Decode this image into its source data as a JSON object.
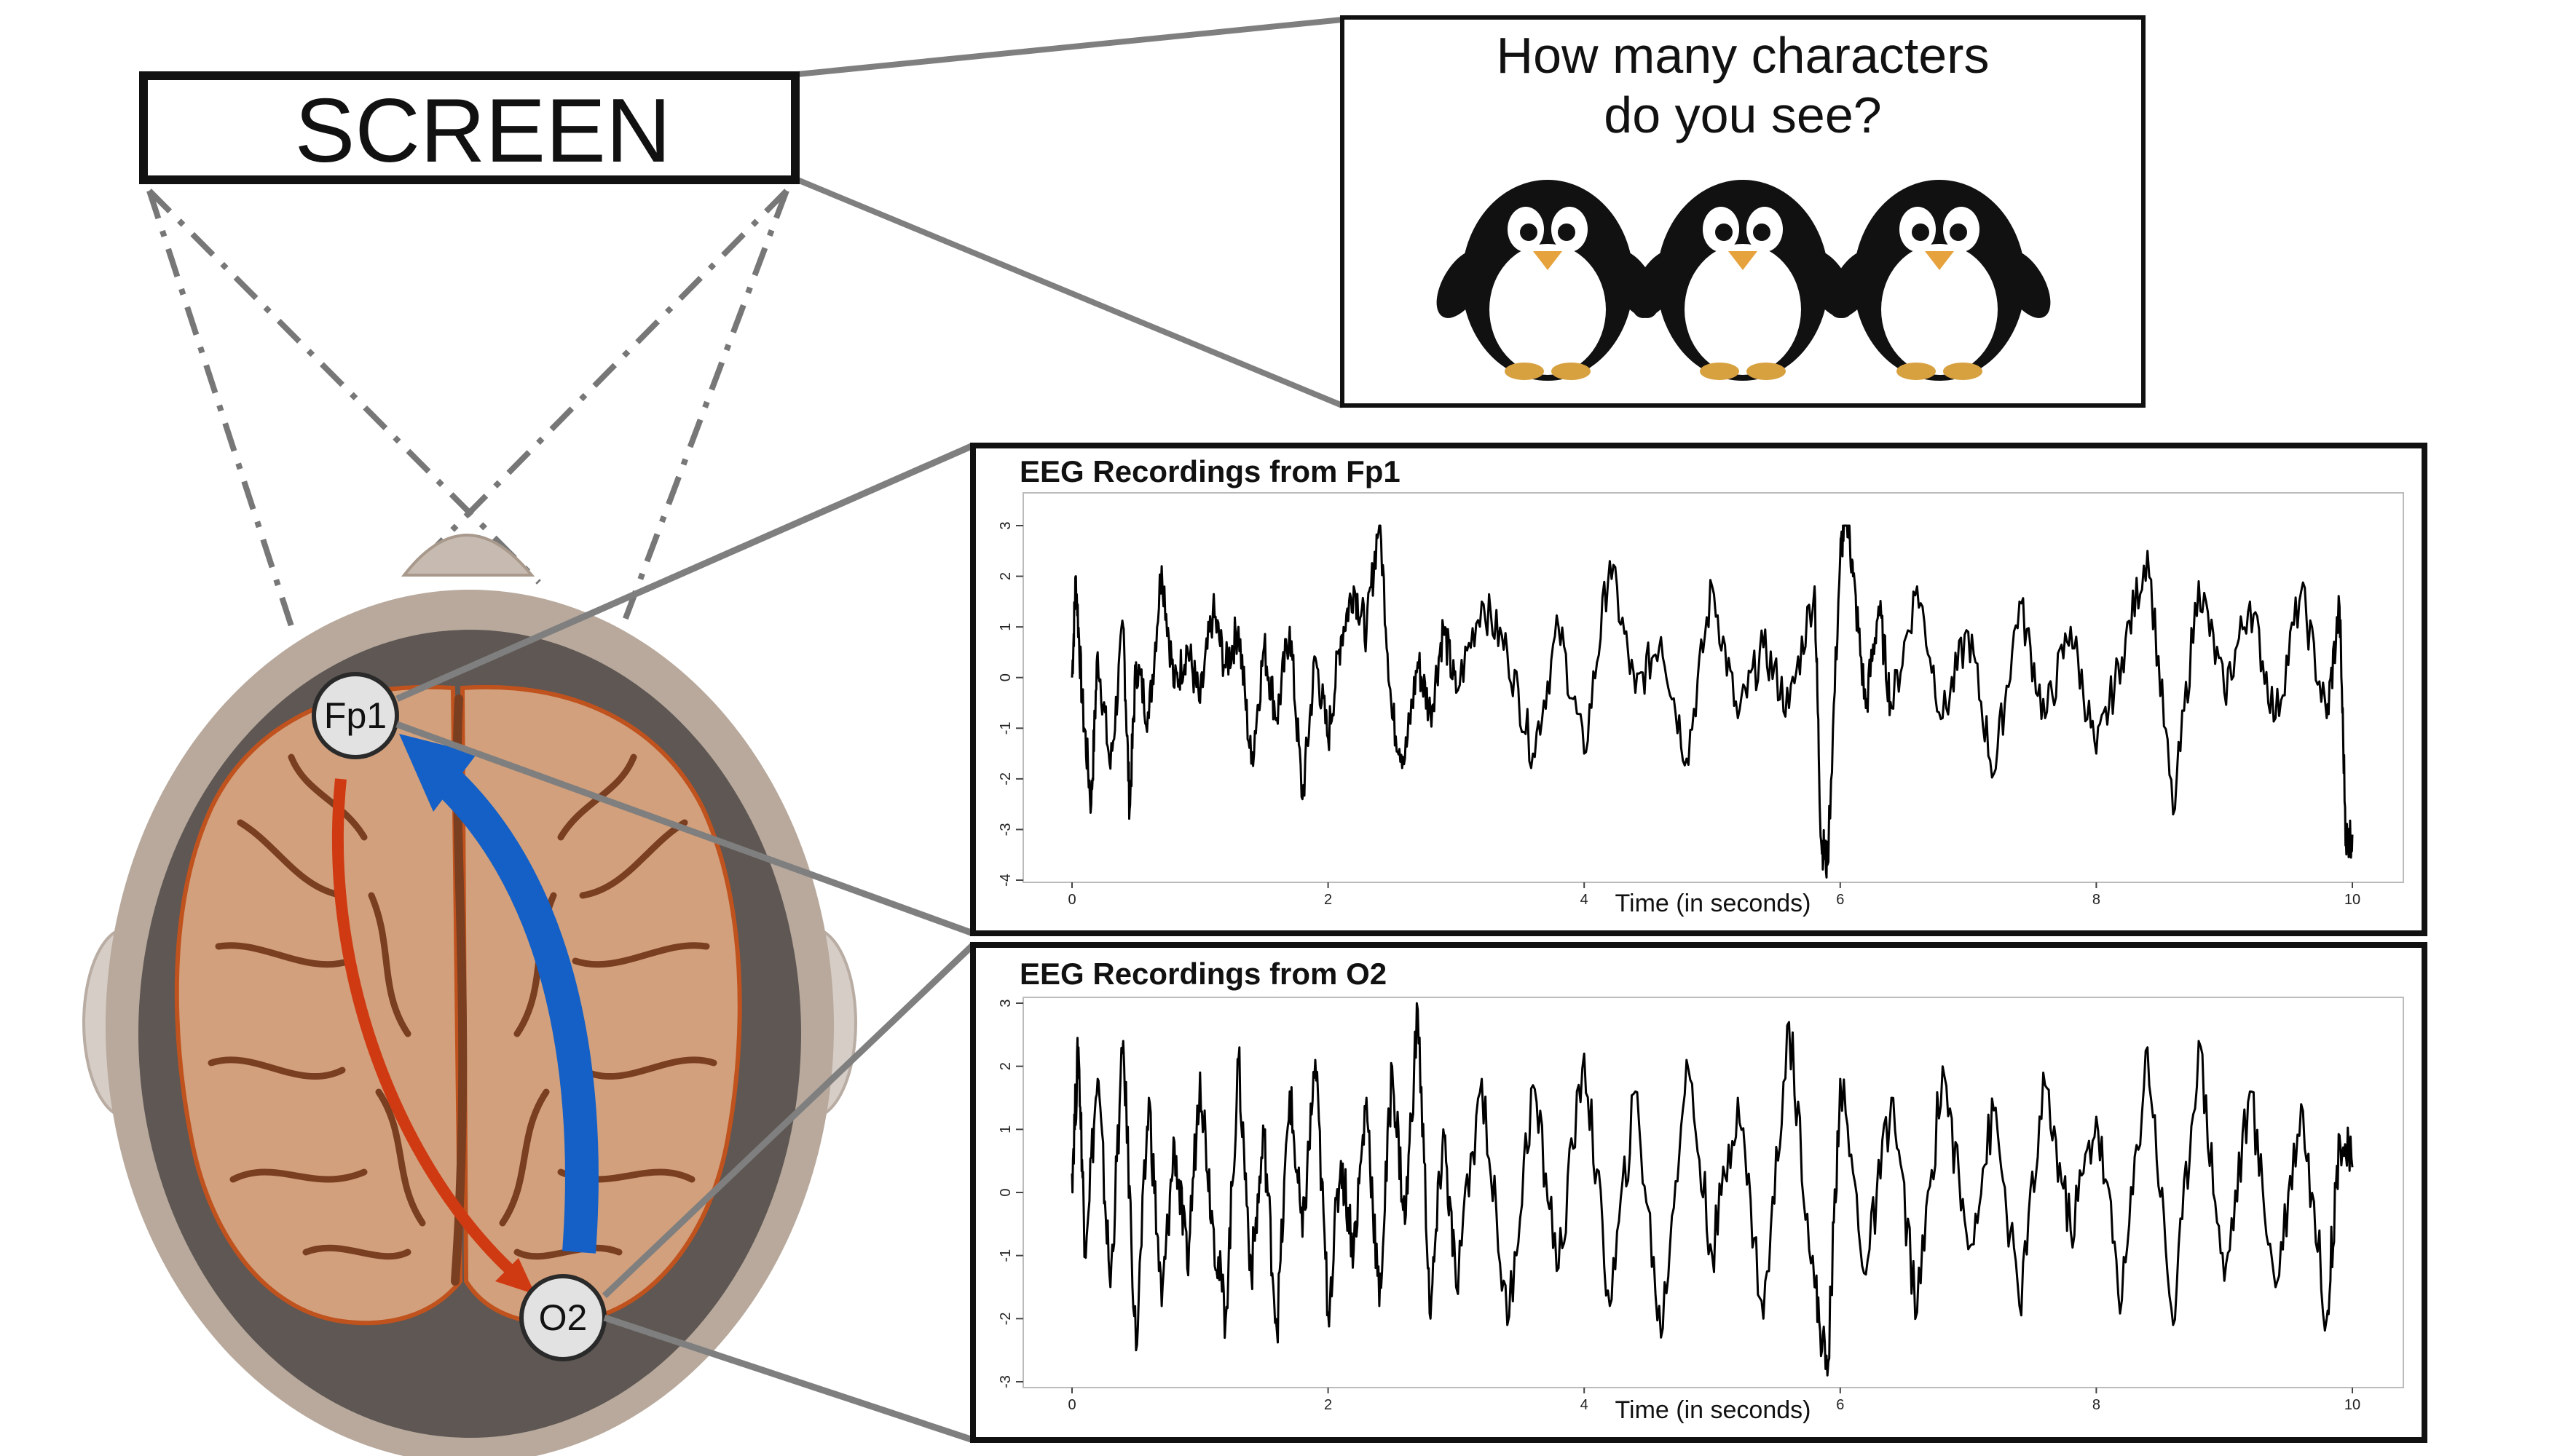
{
  "screen": {
    "label": "SCREEN"
  },
  "question": {
    "line1": "How many characters",
    "line2": "do you see?"
  },
  "electrodes": {
    "front": "Fp1",
    "back": "O2"
  },
  "colors": {
    "brain": "#d2a07c",
    "brain_outline": "#c0521e",
    "sulci": "#7a3e20",
    "head_outer": "#b8a99c",
    "head_inner": "#5e5753",
    "arrow_blue": "#1460c6",
    "arrow_red": "#d03a12",
    "penguin_beak": "#e6a23c",
    "penguin_feet": "#d8a13f",
    "connector": "#7f7f7f"
  },
  "icons": [
    "penguin-icon",
    "penguin-icon",
    "penguin-icon"
  ],
  "chart_data": [
    {
      "type": "line",
      "title": "EEG Recordings from Fp1",
      "xlabel": "Time (in seconds)",
      "ylabel": "",
      "xlim": [
        0,
        10
      ],
      "ylim": [
        -4,
        3
      ],
      "xticks": [
        "0",
        "2",
        "4",
        "6",
        "8",
        "10"
      ],
      "yticks": [
        "3",
        "2",
        "1",
        "0",
        "-1",
        "-2",
        "-3",
        "-4"
      ],
      "grid": false,
      "series": [
        {
          "x": [
            0,
            0.03,
            0.08,
            0.15,
            0.2,
            0.3,
            0.4,
            0.45,
            0.5,
            0.6,
            0.7,
            0.8,
            0.9,
            1.0,
            1.1,
            1.2,
            1.3,
            1.4,
            1.5,
            1.6,
            1.7,
            1.8,
            1.9,
            2.0,
            2.1,
            2.2,
            2.3,
            2.4,
            2.5,
            2.6,
            2.7,
            2.8,
            2.9,
            3.0,
            3.2,
            3.4,
            3.6,
            3.8,
            4.0,
            4.2,
            4.4,
            4.6,
            4.8,
            5.0,
            5.2,
            5.4,
            5.6,
            5.8,
            5.85,
            5.9,
            6.0,
            6.05,
            6.1,
            6.2,
            6.3,
            6.4,
            6.6,
            6.8,
            7.0,
            7.2,
            7.4,
            7.6,
            7.8,
            8.0,
            8.2,
            8.4,
            8.6,
            8.8,
            9.0,
            9.2,
            9.4,
            9.6,
            9.8,
            9.9,
            9.95,
            10.0
          ],
          "y": [
            0,
            2.0,
            -0.5,
            -2.5,
            0.5,
            -1.8,
            1.0,
            -2.6,
            0.3,
            -0.8,
            2.2,
            -0.2,
            0.6,
            -0.5,
            1.3,
            0.2,
            1.0,
            -1.7,
            0.6,
            -0.8,
            1.0,
            -2.4,
            0.4,
            -1.2,
            0.8,
            1.8,
            0.9,
            3.2,
            -0.8,
            -1.6,
            0.3,
            -0.7,
            1.0,
            -0.3,
            1.5,
            0.5,
            -1.5,
            1.0,
            -1.5,
            2.3,
            -0.3,
            0.8,
            -1.6,
            1.8,
            -0.8,
            0.6,
            -0.6,
            1.8,
            -3.2,
            -3.7,
            2.4,
            3.4,
            2.0,
            -0.6,
            1.4,
            -0.6,
            1.8,
            -0.8,
            0.9,
            -1.9,
            1.5,
            -0.8,
            1.0,
            -1.5,
            0.4,
            2.5,
            -2.7,
            1.9,
            -0.3,
            1.5,
            -0.8,
            1.7,
            -0.8,
            1.4,
            -3.2,
            -3.1
          ]
        }
      ]
    },
    {
      "type": "line",
      "title": "EEG Recordings from O2",
      "xlabel": "Time (in seconds)",
      "ylabel": "",
      "xlim": [
        0,
        10
      ],
      "ylim": [
        -3,
        3
      ],
      "xticks": [
        "0",
        "2",
        "4",
        "6",
        "8",
        "10"
      ],
      "yticks": [
        "3",
        "2",
        "1",
        "0",
        "-1",
        "-2",
        "-3"
      ],
      "grid": false,
      "series": [
        {
          "x": [
            0,
            0.05,
            0.1,
            0.2,
            0.3,
            0.4,
            0.5,
            0.6,
            0.7,
            0.8,
            0.9,
            1.0,
            1.1,
            1.2,
            1.3,
            1.4,
            1.5,
            1.6,
            1.7,
            1.8,
            1.9,
            2.0,
            2.1,
            2.2,
            2.3,
            2.4,
            2.5,
            2.6,
            2.7,
            2.8,
            2.9,
            3.0,
            3.2,
            3.4,
            3.6,
            3.8,
            4.0,
            4.2,
            4.4,
            4.6,
            4.8,
            5.0,
            5.2,
            5.4,
            5.6,
            5.8,
            5.9,
            6.0,
            6.2,
            6.4,
            6.6,
            6.8,
            7.0,
            7.2,
            7.4,
            7.6,
            7.8,
            8.0,
            8.2,
            8.4,
            8.6,
            8.8,
            9.0,
            9.2,
            9.4,
            9.6,
            9.8,
            9.9,
            10.0
          ],
          "y": [
            0.3,
            2.3,
            -0.8,
            1.8,
            -1.5,
            2.4,
            -2.5,
            1.5,
            -1.8,
            0.8,
            -1.2,
            1.9,
            -0.5,
            -2.0,
            2.1,
            -1.3,
            0.9,
            -2.2,
            1.6,
            -0.7,
            2.1,
            -1.9,
            0.5,
            -0.9,
            1.5,
            -1.8,
            2.0,
            -0.5,
            2.9,
            -2.0,
            1.0,
            -1.5,
            1.8,
            -2.1,
            1.7,
            -1.2,
            2.2,
            -1.8,
            1.6,
            -2.3,
            2.1,
            -1.0,
            1.5,
            -2.0,
            2.7,
            -1.5,
            -2.9,
            1.8,
            -1.3,
            1.5,
            -1.9,
            2.0,
            -0.9,
            1.3,
            -1.8,
            1.7,
            -0.6,
            1.2,
            -1.7,
            2.3,
            -2.1,
            2.4,
            -1.4,
            1.6,
            -1.5,
            1.4,
            -2.0,
            0.9,
            0.4
          ]
        }
      ]
    }
  ]
}
